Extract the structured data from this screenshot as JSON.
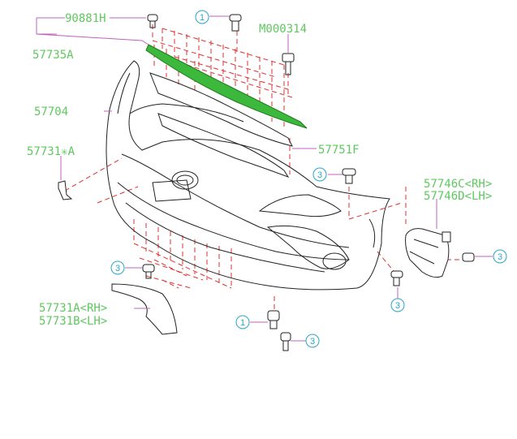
{
  "labels": {
    "p90881H": "90881H",
    "p57735A": "57735A",
    "pM000314": "M000314",
    "p57704": "57704",
    "p57731star": "57731✳A",
    "p57751F": "57751F",
    "p57746C": "57746C<RH>",
    "p57746D": "57746D<LH>",
    "p57731A": "57731A<RH>",
    "p57731B": "57731B<LH>"
  },
  "callouts": {
    "c1": "1",
    "c3": "3"
  },
  "colors": {
    "part_number": "#5fc85f",
    "callout": "#2aa6c8",
    "leader": "#c060c0",
    "dashed_guide": "#e03030",
    "highlight_strip": "#3cb83c"
  }
}
